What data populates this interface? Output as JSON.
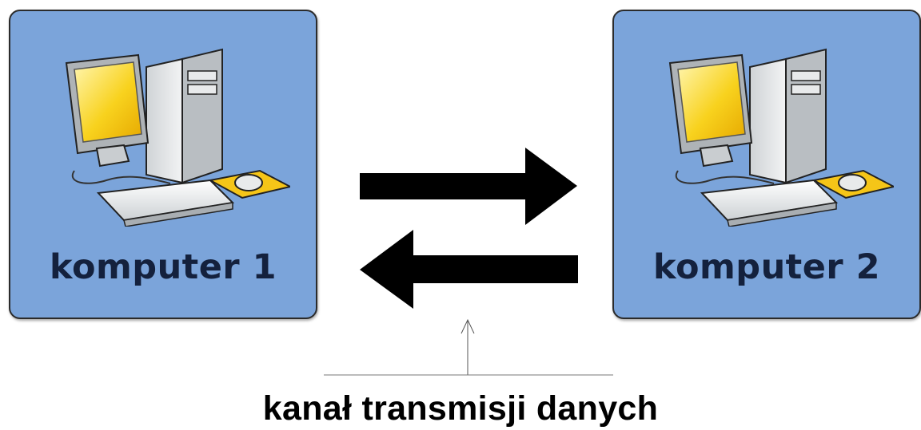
{
  "nodes": [
    {
      "label": "komputer 1"
    },
    {
      "label": "komputer 2"
    }
  ],
  "channel": {
    "label": "kanał transmisji danych"
  },
  "colors": {
    "box_fill": "#7ba4da",
    "box_border": "#2b2b2b",
    "label_text": "#14213d",
    "arrow": "#000000",
    "screen": "#f6c21a"
  },
  "icons": [
    "desktop-computer-icon",
    "arrow-right-icon",
    "arrow-left-icon",
    "pointer-arrow-icon"
  ]
}
